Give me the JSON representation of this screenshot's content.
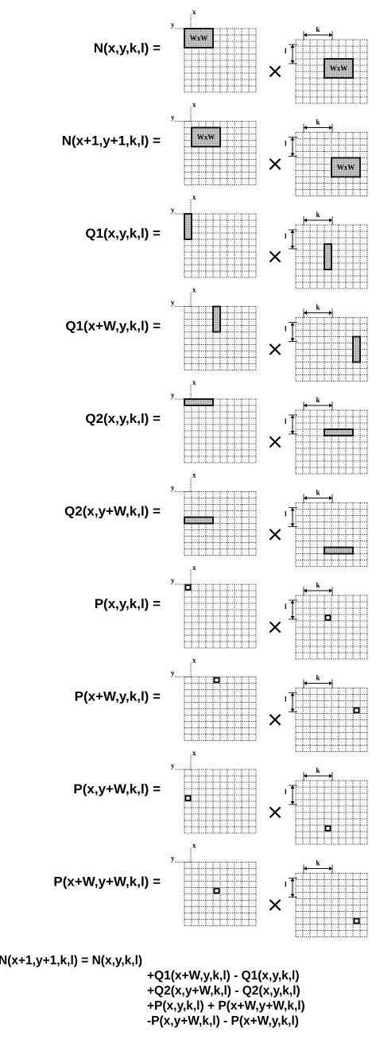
{
  "rows": [
    {
      "lhs": "N(x,y,k,l) =",
      "shape": "square",
      "left": [
        0,
        0
      ],
      "right": [
        4,
        3
      ]
    },
    {
      "lhs": "N(x+1,y+1,k,l) =",
      "shape": "square",
      "left": [
        1,
        1
      ],
      "right": [
        5,
        4
      ]
    },
    {
      "lhs": "Q1(x,y,k,l) =",
      "shape": "vbar",
      "left": [
        0,
        0
      ],
      "right": [
        4,
        3
      ]
    },
    {
      "lhs": "Q1(x+W,y,k,l) =",
      "shape": "vbar",
      "left": [
        4,
        0
      ],
      "right": [
        8,
        3
      ]
    },
    {
      "lhs": "Q2(x,y,k,l) =",
      "shape": "hbar",
      "left": [
        0,
        0
      ],
      "right": [
        4,
        3
      ]
    },
    {
      "lhs": "Q2(x,y+W,k,l) =",
      "shape": "hbar",
      "left": [
        0,
        4
      ],
      "right": [
        4,
        7
      ]
    },
    {
      "lhs": "P(x,y,k,l) =",
      "shape": "cell",
      "left": [
        0,
        0
      ],
      "right": [
        4,
        3
      ]
    },
    {
      "lhs": "P(x+W,y,k,l) =",
      "shape": "cell",
      "left": [
        4,
        0
      ],
      "right": [
        8,
        3
      ]
    },
    {
      "lhs": "P(x,y+W,k,l) =",
      "shape": "cell",
      "left": [
        0,
        4
      ],
      "right": [
        4,
        7
      ]
    },
    {
      "lhs": "P(x+W,y+W,k,l) =",
      "shape": "cell",
      "left": [
        4,
        4
      ],
      "right": [
        8,
        7
      ]
    }
  ],
  "labels": {
    "x": "x",
    "y": "y",
    "k": "k",
    "l": "l",
    "window": "WxW",
    "times": "×"
  },
  "formula": [
    "N(x+1,y+1,k,l) = N(x,y,k,l)",
    "+Q1(x+W,y,k,l) - Q1(x,y,k,l)",
    "+Q2(x,y+W,k,l) - Q2(x,y,k,l)",
    "+P(x,y,k,l) + P(x+W,y+W,k,l)",
    "-P(x,y+W,k,l) - P(x+W,y,k,l)"
  ],
  "colors": {
    "fill": "#b8b8b8",
    "line": "#000000"
  }
}
